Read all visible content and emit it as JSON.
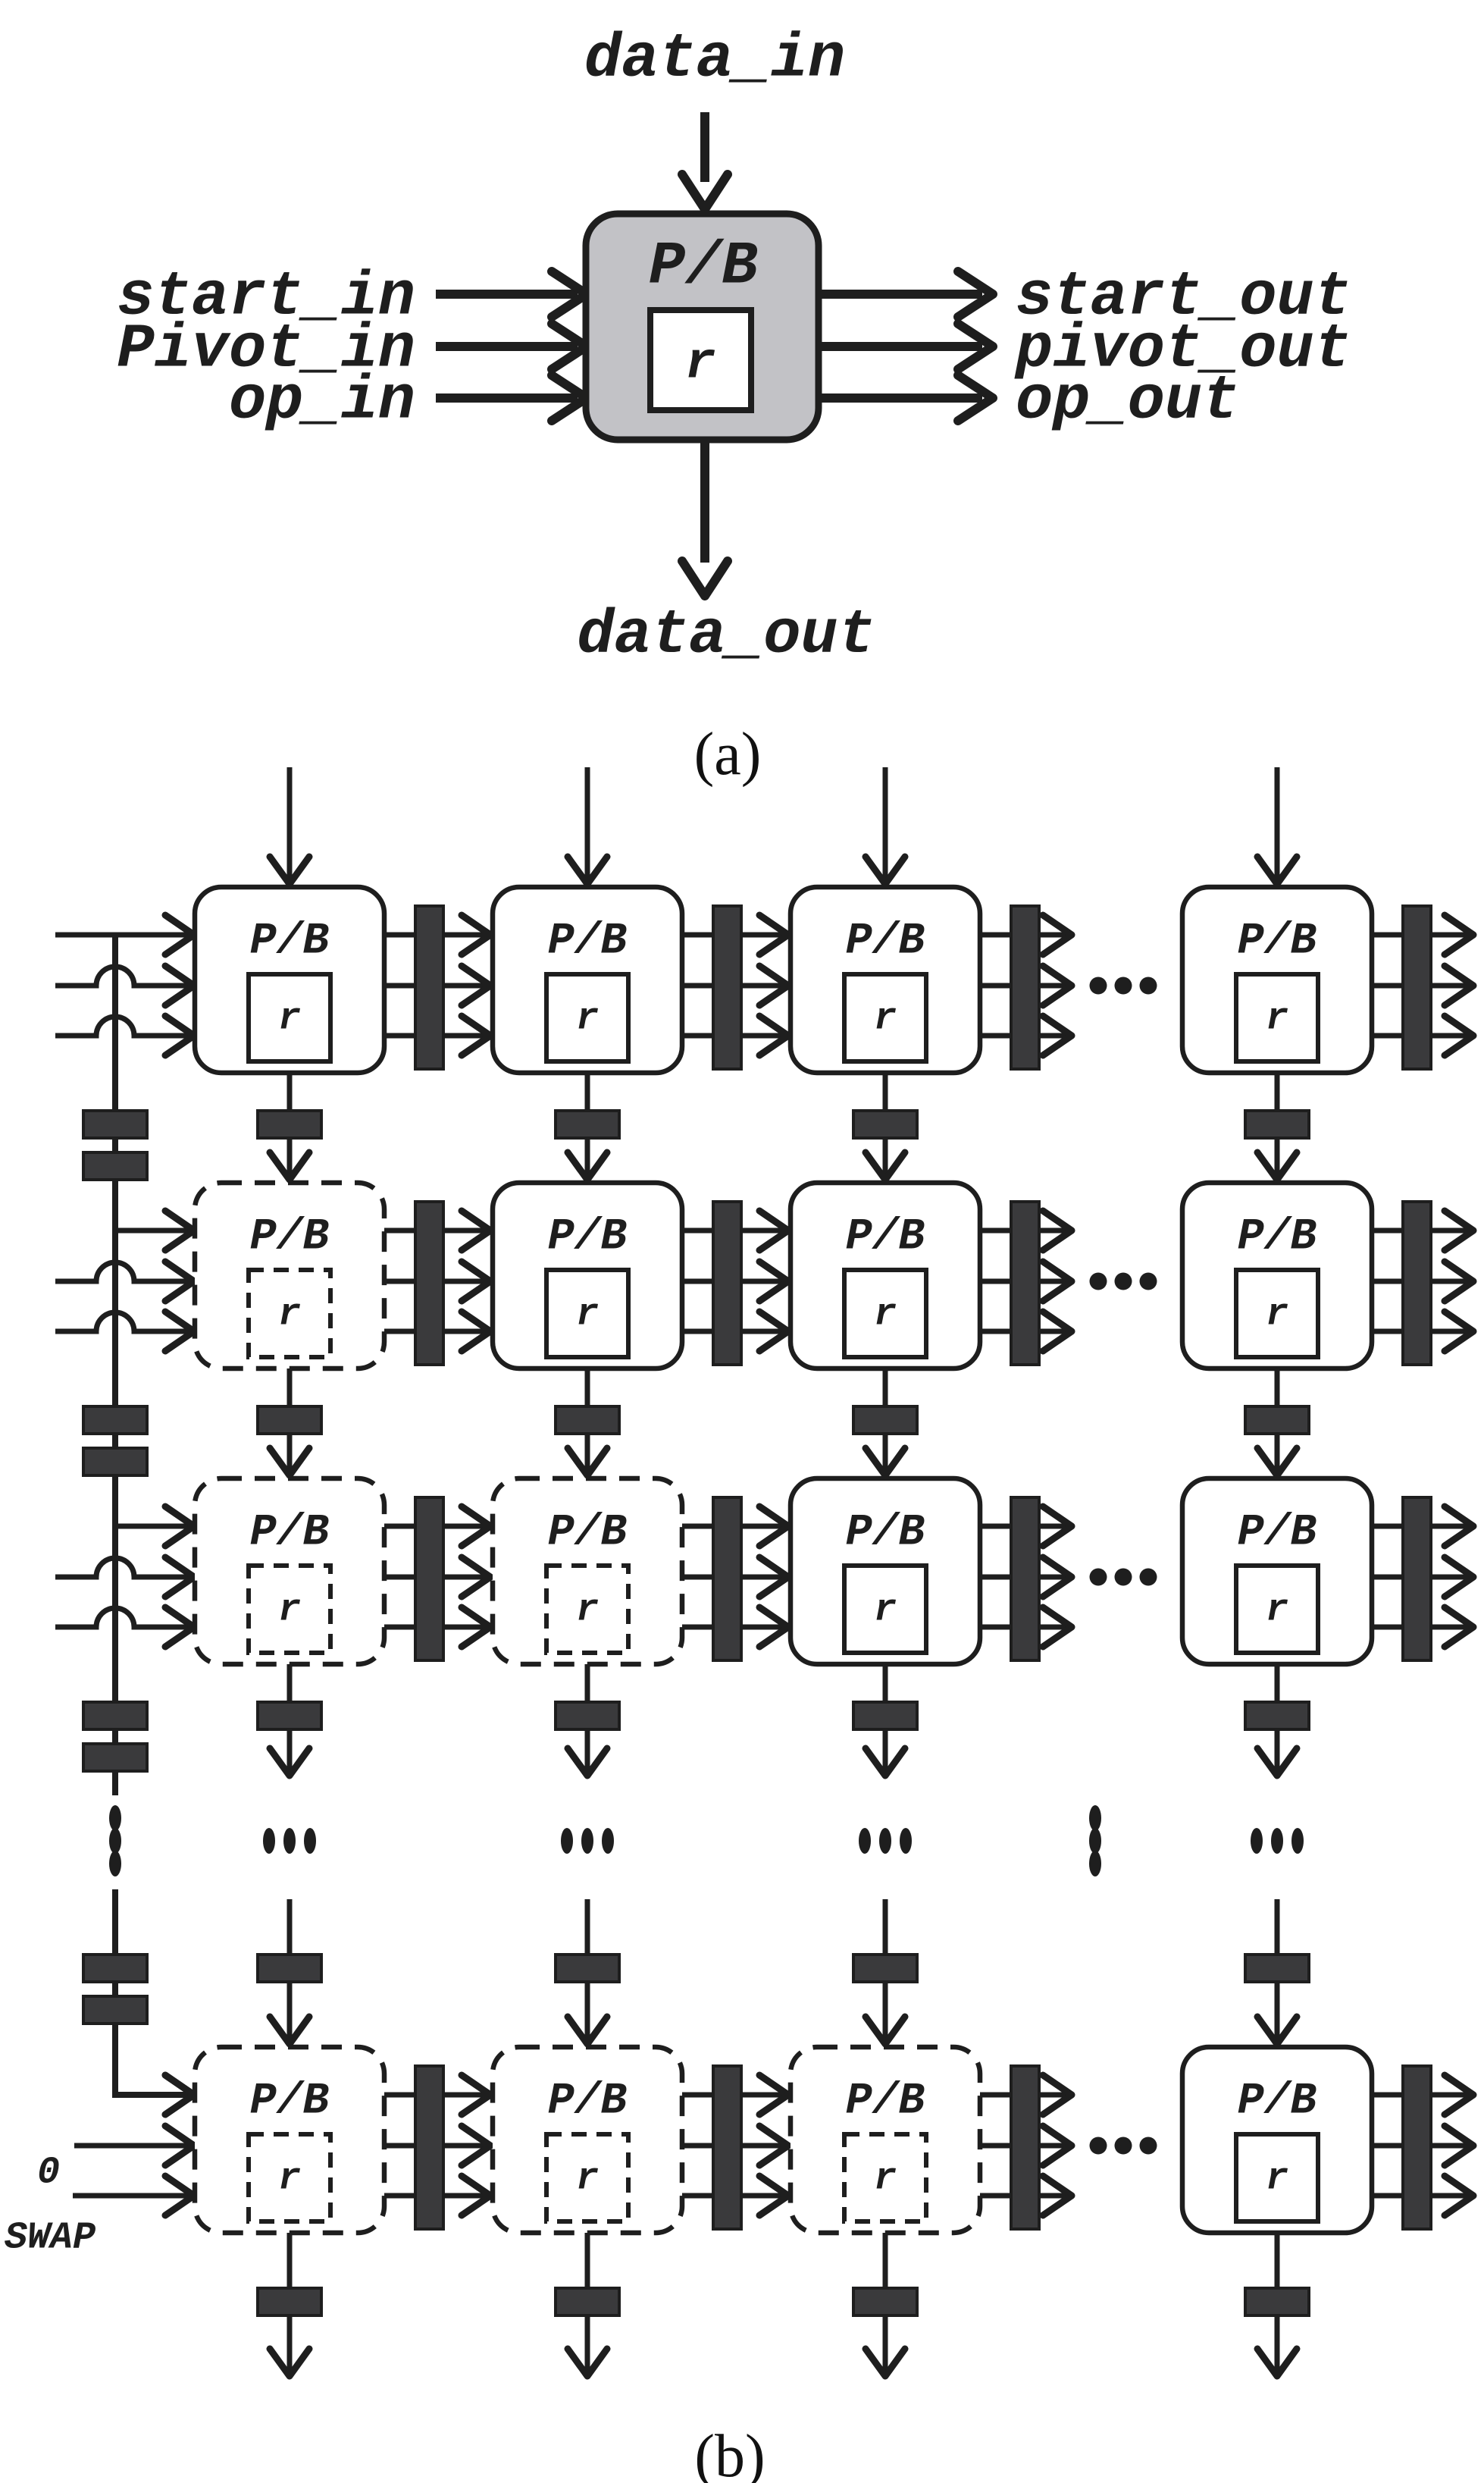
{
  "figure": {
    "background": "#ffffff",
    "ink_color": "#1e1e1e",
    "panel_a": {
      "caption": "(a)",
      "pe_label": "P/B",
      "register_label": "r",
      "top_input_label": "data_in",
      "bottom_output_label": "data_out",
      "left_input_labels": [
        "start_in",
        "Pivot_in",
        "op_in"
      ],
      "right_output_labels": [
        "start_out",
        "pivot_out",
        "op_out"
      ],
      "pe_fill": "#c2c2c6"
    },
    "panel_b": {
      "caption": "(b)",
      "pe_label": "P/B",
      "register_label": "r",
      "zero_input_label": "0",
      "swap_input_label": "SWAP",
      "grid_rows": 4,
      "grid_cols": 4,
      "dashed_cells": [
        [
          1,
          0
        ],
        [
          2,
          0
        ],
        [
          2,
          1
        ],
        [
          3,
          0
        ],
        [
          3,
          1
        ],
        [
          3,
          2
        ]
      ],
      "latch_fill": "#3a3a3c",
      "pe_fill": "#ffffff"
    }
  }
}
